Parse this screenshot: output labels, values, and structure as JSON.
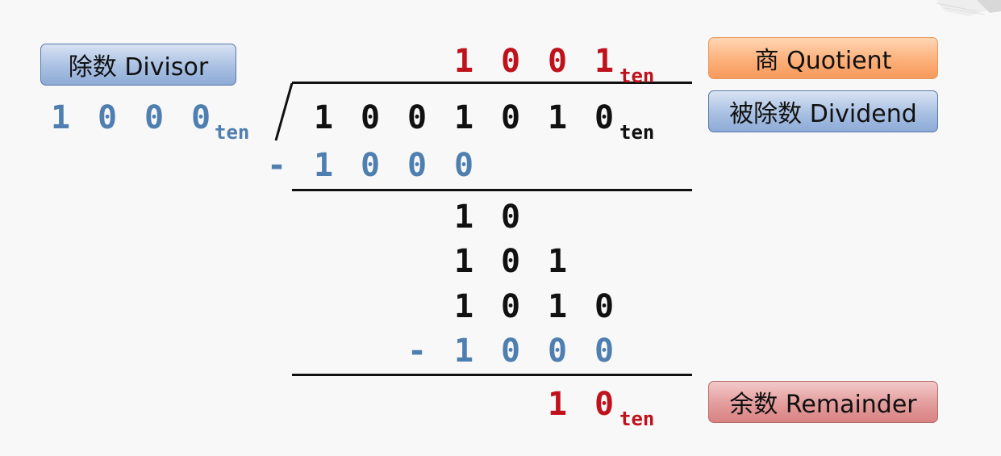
{
  "labels": {
    "divisor": "除数 Divisor",
    "quotient": "商 Quotient",
    "dividend": "被除数 Dividend",
    "remainder": "余数 Remainder"
  },
  "rows": {
    "quotient": [
      "1",
      "0",
      "0",
      "1"
    ],
    "divisor": [
      "1",
      "0",
      "0",
      "0"
    ],
    "dividend": [
      "1",
      "0",
      "0",
      "1",
      "0",
      "1",
      "0"
    ],
    "minus_1_sign": "-",
    "subtract_1": [
      "1",
      "0",
      "0",
      "0"
    ],
    "step_1": [
      "1",
      "0"
    ],
    "step_2": [
      "1",
      "0",
      "1"
    ],
    "step_3": [
      "1",
      "0",
      "1",
      "0"
    ],
    "minus_2_sign": "-",
    "subtract_2": [
      "1",
      "0",
      "0",
      "0"
    ],
    "remainder": [
      "1",
      "0"
    ]
  },
  "base_label": "ten",
  "colors": {
    "divisor_digits": "#4f7fb0",
    "quotient_digits": "#c0121c",
    "dividend_digits": "#111111"
  }
}
